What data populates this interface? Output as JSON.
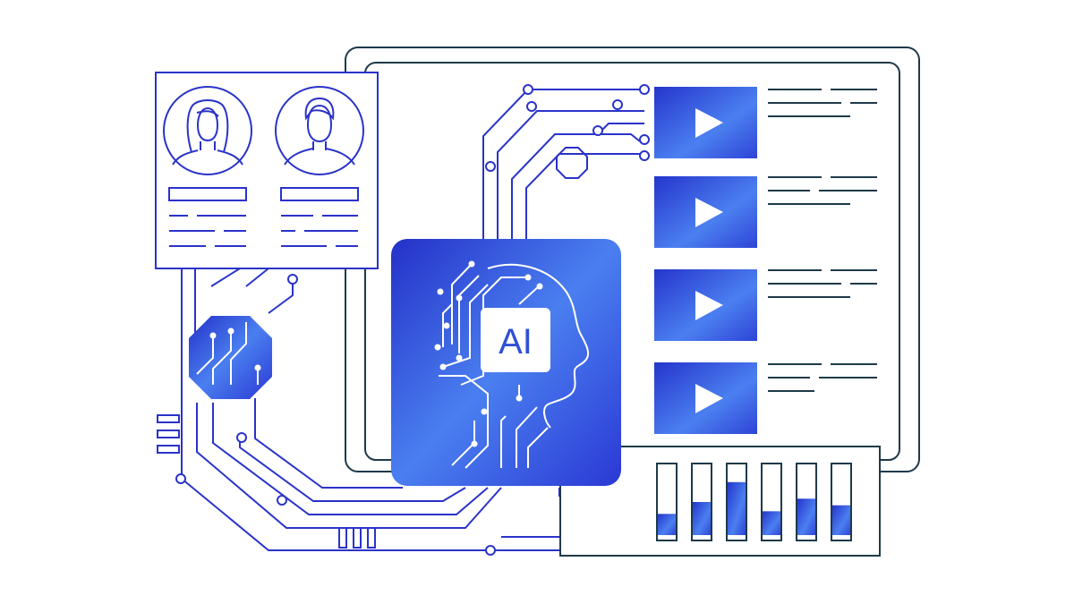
{
  "ai_chip": {
    "label": "AI"
  },
  "colors": {
    "line_blue": "#2a33c9",
    "dark_outline": "#1e3a4a",
    "grad_start": "#2430c8",
    "grad_mid": "#4a7ff0",
    "grad_end": "#2a38d4"
  },
  "icons": [
    "female-avatar-icon",
    "male-avatar-icon",
    "play-icon",
    "head-circuit-icon",
    "octagon-chip-icon"
  ],
  "video_list": {
    "count": 4
  },
  "level_meters": {
    "levels": [
      0.32,
      0.5,
      0.8,
      0.36,
      0.55,
      0.45
    ]
  }
}
